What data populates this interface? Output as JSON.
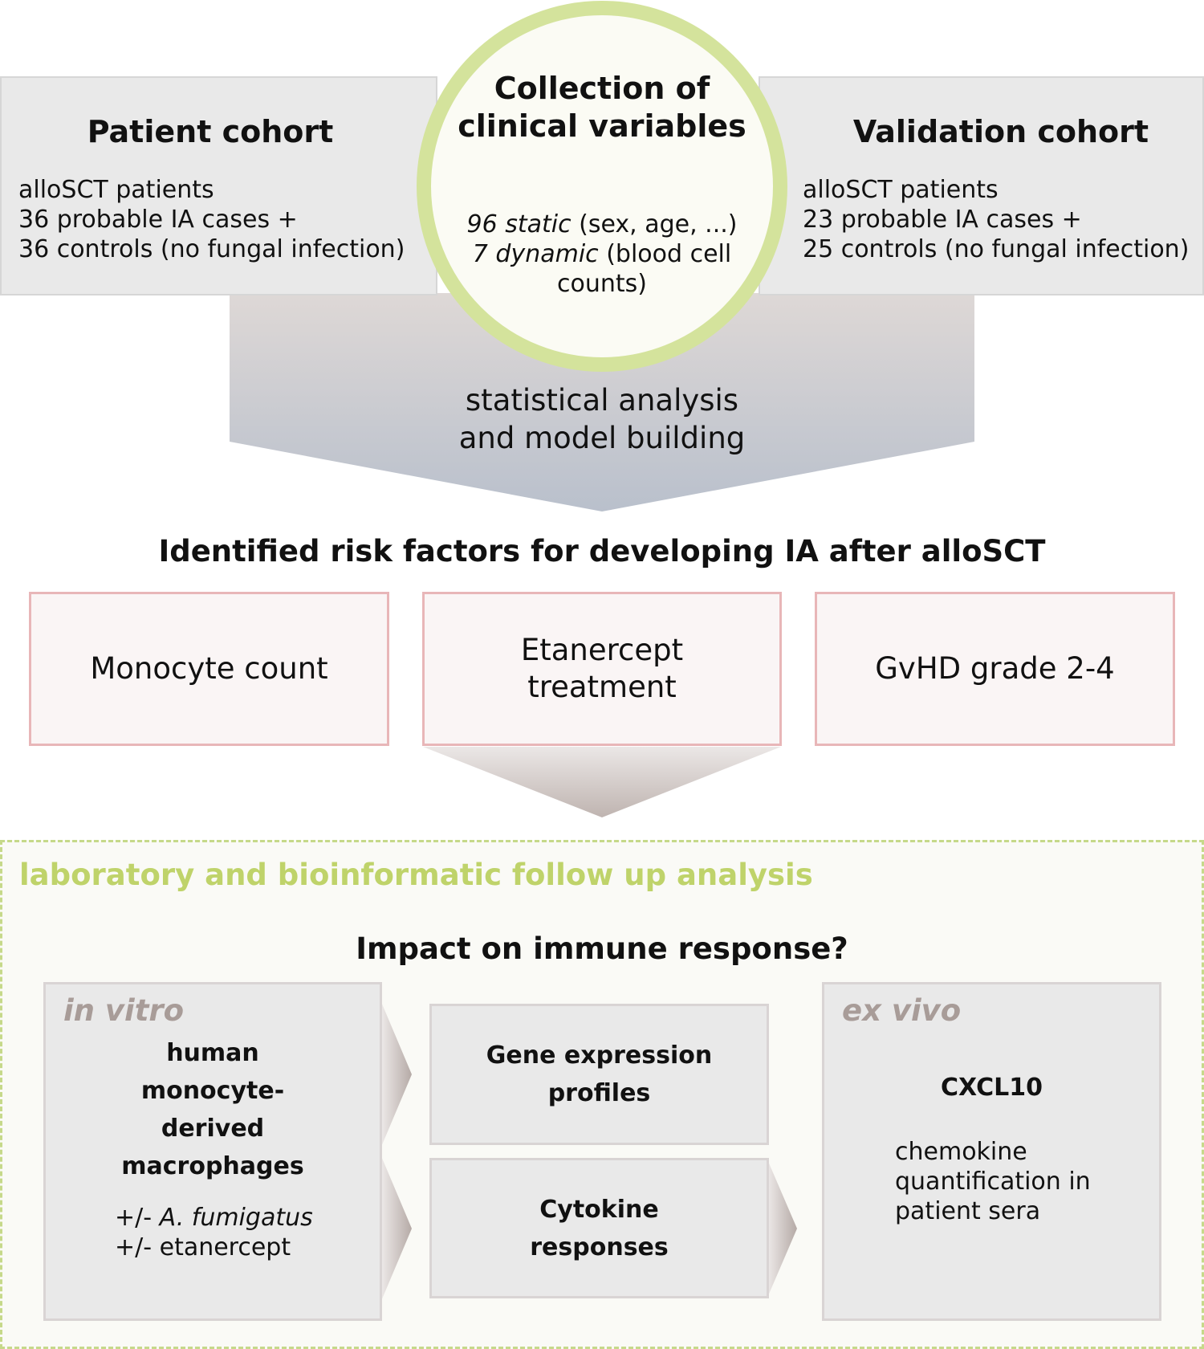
{
  "patient_cohort": {
    "title": "Patient cohort",
    "lines": [
      "alloSCT patients",
      "36 probable IA cases +",
      "36 controls (no fungal infection)"
    ]
  },
  "clinical_variables": {
    "title_line1": "Collection of",
    "title_line2": "clinical variables",
    "static_em": "96 static",
    "static_rest": " (sex, age, ...)",
    "dynamic_em": "7 dynamic",
    "dynamic_rest": " (blood cell",
    "dynamic_line2": "counts)"
  },
  "validation_cohort": {
    "title": "Validation cohort",
    "lines": [
      "alloSCT patients",
      "23 probable IA cases +",
      "25 controls (no fungal infection)"
    ]
  },
  "analysis_arrow": {
    "line1": "statistical analysis",
    "line2": "and model building"
  },
  "risk_factors": {
    "heading": "Identified risk factors for developing IA after alloSCT",
    "monocyte": "Monocyte count",
    "etanercept_line1": "Etanercept",
    "etanercept_line2": "treatment",
    "gvhd": "GvHD grade 2-4"
  },
  "follow_up": {
    "title": "laboratory and bioinformatic follow up analysis",
    "question": "Impact on immune response?",
    "in_vitro": {
      "label": "in vitro",
      "cell_lines": [
        "human",
        "monocyte-",
        "derived",
        "macrophages"
      ],
      "fumigatus_prefix": "+/- ",
      "fumigatus_em": "A. fumigatus",
      "etanercept": "+/- etanercept"
    },
    "gene_expression": [
      "Gene expression",
      "profiles"
    ],
    "cytokine": [
      "Cytokine",
      "responses"
    ],
    "ex_vivo": {
      "label": "ex vivo",
      "marker": "CXCL10",
      "lines": [
        "chemokine",
        "quantification in",
        "patient sera"
      ]
    }
  },
  "colors": {
    "circle_ring": "#d4e39c",
    "risk_border": "#e8b6b8",
    "lab_title": "#bfd36a",
    "side_label": "#a89c98"
  }
}
